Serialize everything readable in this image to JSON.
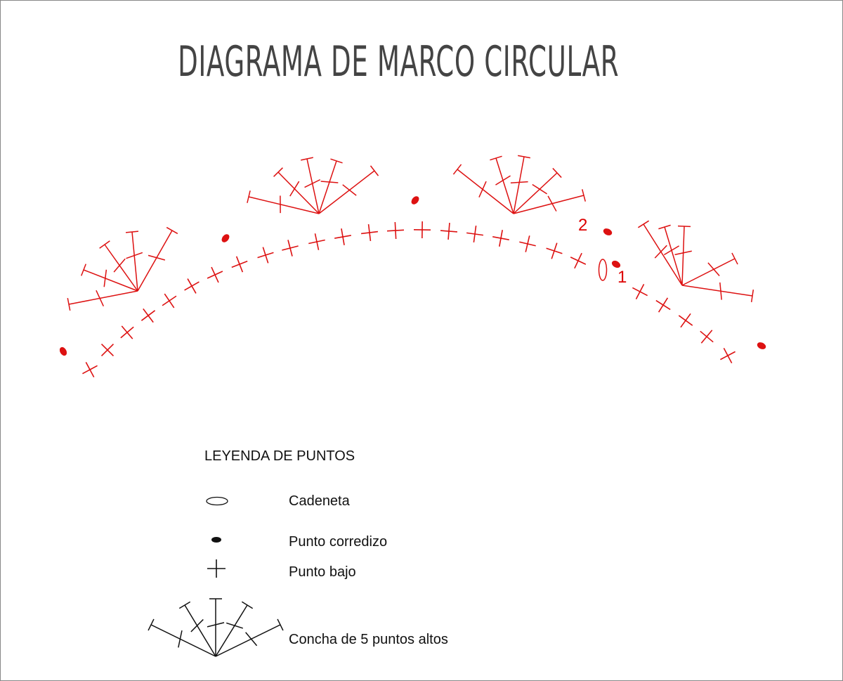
{
  "title": "DIAGRAMA DE MARCO CIRCULAR",
  "row_labels": {
    "row1": "1",
    "row2": "2"
  },
  "legend": {
    "heading": "LEYENDA DE PUNTOS",
    "items": [
      {
        "symbol": "chain-oval-icon",
        "label": "Cadeneta"
      },
      {
        "symbol": "slip-stitch-dot-icon",
        "label": "Punto corredizo"
      },
      {
        "symbol": "single-crochet-plus-icon",
        "label": "Punto bajo"
      },
      {
        "symbol": "shell-fan-icon",
        "label": "Concha de 5 puntos altos"
      }
    ]
  },
  "colors": {
    "stitch": "#dd1111",
    "legend": "#111111",
    "title": "#444444"
  }
}
